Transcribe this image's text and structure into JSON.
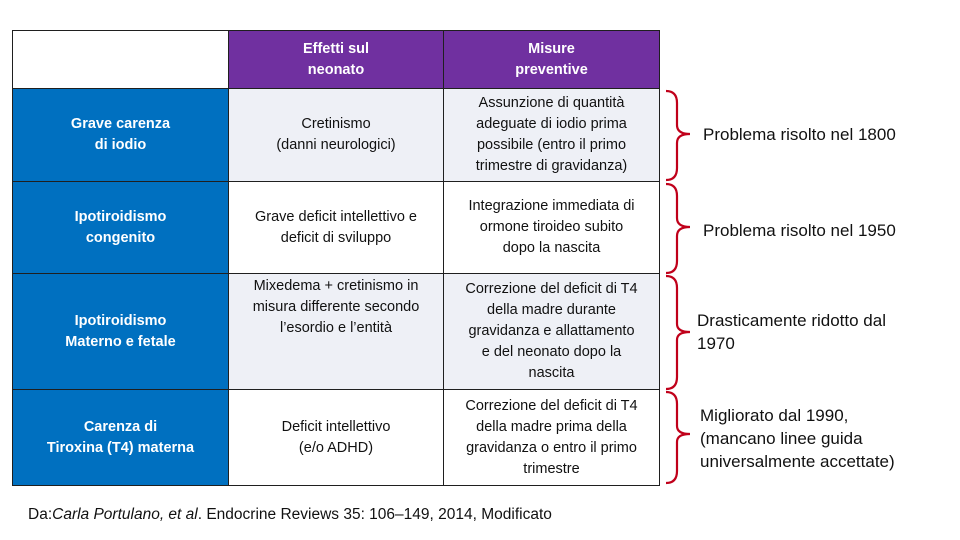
{
  "table": {
    "header": {
      "blank": "",
      "col1": "Effetti sul\nneonato",
      "col2": "Misure\npreventive"
    },
    "rows": [
      {
        "condition": "Grave carenza\ndi iodio",
        "effect": "Cretinismo\n(danni neurologici)",
        "prevention": "Assunzione di quantità\nadeguate di iodio prima\npossibile (entro il primo\ntrimestre di gravidanza)"
      },
      {
        "condition": "Ipotiroidismo\ncongenito",
        "effect": "Grave deficit intellettivo e\ndeficit di sviluppo",
        "prevention": "Integrazione immediata di\normone tiroideo subito\ndopo la nascita"
      },
      {
        "condition": "Ipotiroidismo\nMaterno e fetale",
        "effect": "Mixedema + cretinismo in\nmisura differente  secondo\nl’esordio e l’entità",
        "prevention": "Correzione del deficit di T4\ndella madre durante\ngravidanza e allattamento\ne del neonato dopo la\nnascita"
      },
      {
        "condition": "Carenza di\nTiroxina (T4)  materna",
        "effect": "Deficit intellettivo\n(e/o ADHD)",
        "prevention": "Correzione del deficit di T4\ndella madre prima della\ngravidanza o entro il primo\ntrimestre"
      }
    ]
  },
  "notes": [
    "Problema risolto nel 1800",
    "Problema risolto nel 1950",
    "Drasticamente ridotto dal\n1970",
    "Migliorato dal 1990,\n(mancano linee guida\nuniversalmente accettate)"
  ],
  "brace_color": "#c0001a",
  "colors": {
    "header": "#7030a0",
    "row_header": "#0070c0",
    "cell_shaded": "#eef0f6"
  },
  "source": {
    "prefix": "Da:",
    "authors": "Carla Portulano, et al",
    "rest": ". Endocrine Reviews 35: 106–149, 2014,  Modificato"
  }
}
